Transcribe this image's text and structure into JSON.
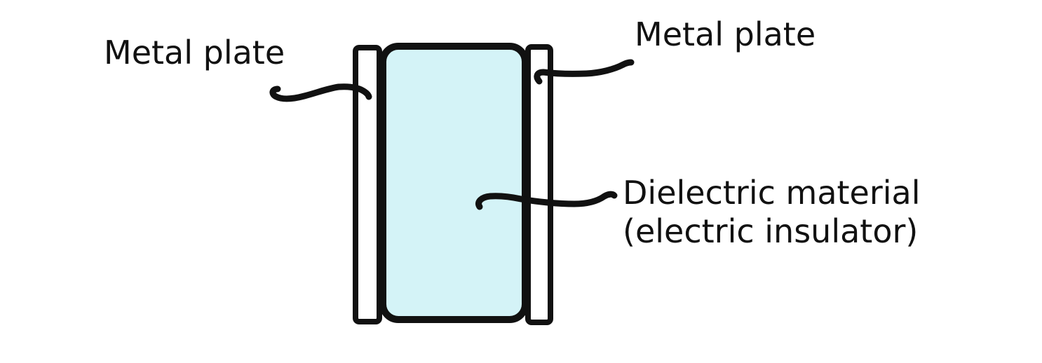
{
  "labels": {
    "metal_plate_left": "Metal plate",
    "metal_plate_right": "Metal plate",
    "dielectric_line1": "Dielectric material",
    "dielectric_line2": "(electric insulator)"
  },
  "colors": {
    "background": "#ffffff",
    "stroke": "#111111",
    "plate_fill": "#ffffff",
    "dielectric_fill": "#d4f3f7",
    "text": "#111111"
  }
}
